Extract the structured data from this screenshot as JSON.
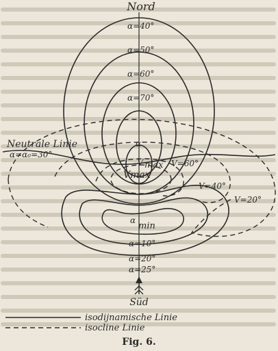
{
  "figure": {
    "north_label": "Nord",
    "south_label": "Süd",
    "neutral_line_label": "Neutrale Linie",
    "neutral_alpha_label": "α=α₀=30°",
    "north_alphas": [
      "α=40°",
      "α=50°",
      "α=60°",
      "α=70°"
    ],
    "max_label": "max",
    "alpha_symbol": "α",
    "vmax_label": "Vmax",
    "v_center_label": "V",
    "v_labels": [
      "V=60°",
      "V=40°",
      "V=20°"
    ],
    "min_label": "min",
    "south_alphas": [
      "α=10°",
      "α=20°",
      "α=25°"
    ],
    "legend": {
      "solid_label": "isodijnamische Linie",
      "dashed_label": "isocline Linie"
    }
  },
  "caption": "Fig. 6."
}
